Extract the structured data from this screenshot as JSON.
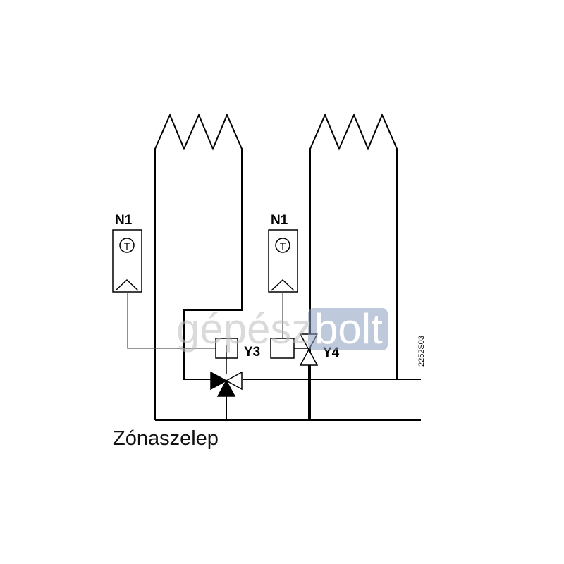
{
  "sensor_labels": [
    "N1",
    "N1"
  ],
  "sensor_symbol": "T",
  "valve_labels": {
    "mixing": "Y3",
    "zone": "Y4"
  },
  "code": "2252S03",
  "caption": "Zónaszelep",
  "watermark": {
    "left": "gépész",
    "right": "bolt"
  },
  "colors": {
    "line": "#000000",
    "watermark_grey": "#c8c8c8",
    "watermark_box": "#8aa0bf"
  }
}
